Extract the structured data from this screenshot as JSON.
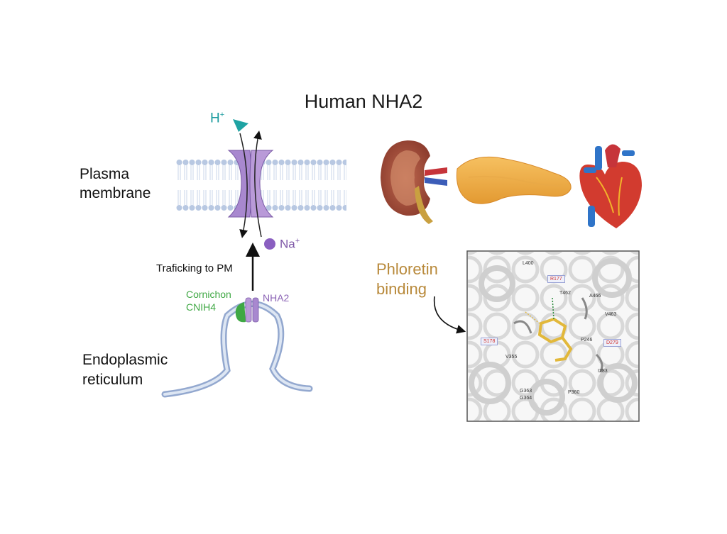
{
  "title": "Human NHA2",
  "plasma_membrane_label": [
    "Plasma",
    "membrane"
  ],
  "er_label": [
    "Endoplasmic",
    "reticulum"
  ],
  "trafficking_label": "Traficking to PM",
  "ion_h": {
    "symbol": "H",
    "charge": "+"
  },
  "ion_na": {
    "symbol": "Na",
    "charge": "+"
  },
  "cornichon_label": [
    "Cornichon",
    "CNIH4"
  ],
  "nha2_label": "NHA2",
  "phloretin_label": [
    "Phloretin",
    "binding"
  ],
  "structure": {
    "boxed_residues": [
      "R177",
      "S178",
      "D279"
    ],
    "residues": [
      "L400",
      "T462",
      "A466",
      "V463",
      "P246",
      "V355",
      "I283",
      "G363",
      "G364",
      "P360"
    ]
  },
  "organs": [
    "kidney-icon",
    "pancreas-icon",
    "heart-icon"
  ],
  "colors": {
    "membrane": "#b8c8e2",
    "transporter": "#b99ad8",
    "h_ion": "#1a9b9e",
    "na_ion": "#7d56a6",
    "cornichon": "#43a84a",
    "phloretin_text": "#b8893a"
  }
}
